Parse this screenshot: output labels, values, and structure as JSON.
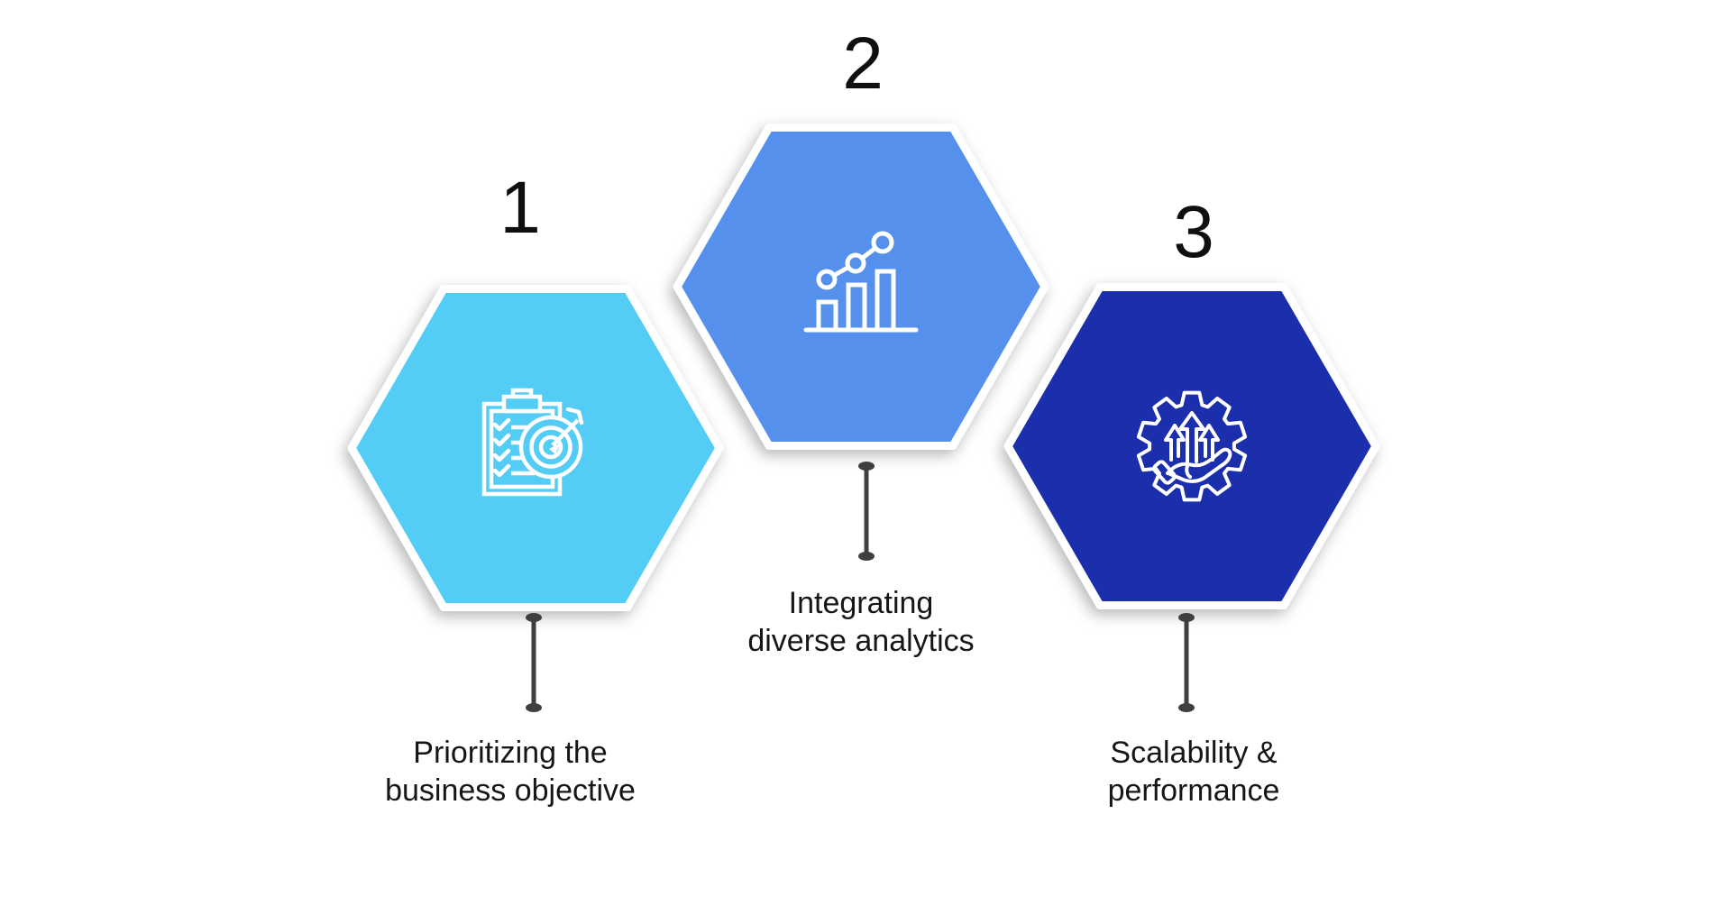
{
  "colors": {
    "background": "#ffffff",
    "connector": "#3F3F41",
    "text": "#161616",
    "number": "#0f0f0f",
    "icon_stroke": "#ffffff"
  },
  "steps": [
    {
      "number": "1",
      "label": "Prioritizing the\nbusiness objective",
      "icon": "clipboard-checklist-target-icon",
      "color": "#53CDF5"
    },
    {
      "number": "2",
      "label": "Integrating\ndiverse analytics",
      "icon": "bar-chart-trend-icon",
      "color": "#5591EC"
    },
    {
      "number": "3",
      "label": "Scalability &\nperformance",
      "icon": "gear-hand-growth-arrows-icon",
      "color": "#1B2EAC"
    }
  ]
}
